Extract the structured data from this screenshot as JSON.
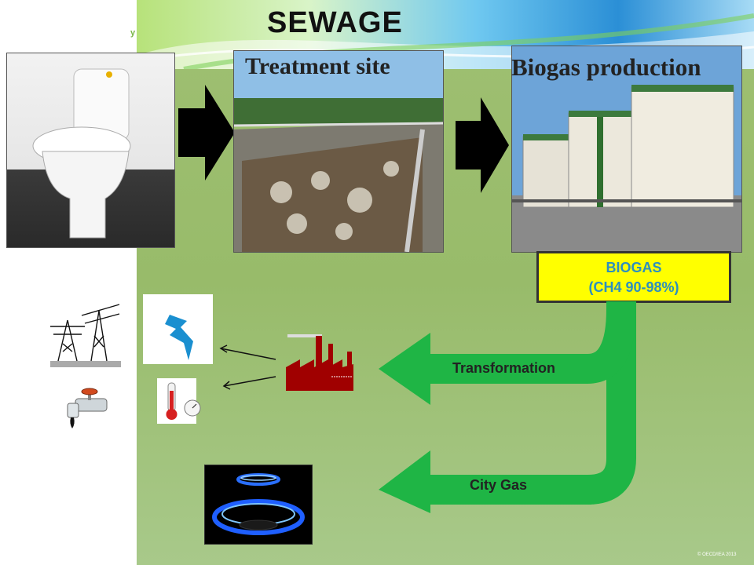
{
  "slide": {
    "title": "SEWAGE",
    "brand_fragment": "y",
    "copyright": "© OECD/IEA 2013"
  },
  "stages": {
    "treatment_caption": "Treatment  site",
    "biogas_caption": "Biogas production"
  },
  "biogas_box": {
    "line1": "BIOGAS",
    "line2": "(CH4 90-98%)"
  },
  "flows": {
    "transformation_label": "Transformation",
    "city_gas_label": "City Gas"
  },
  "colors": {
    "flow_green": "#1fb545",
    "box_yellow": "#ffff00",
    "box_text": "#2c8fbf",
    "factory_red": "#a00000"
  },
  "icons": [
    "toilet-image",
    "treatment-site-image",
    "biogas-tanks-image",
    "power-pylon-icon",
    "electricity-icon",
    "thermometer-icon",
    "gas-tap-icon",
    "factory-icon",
    "gas-flame-image"
  ]
}
